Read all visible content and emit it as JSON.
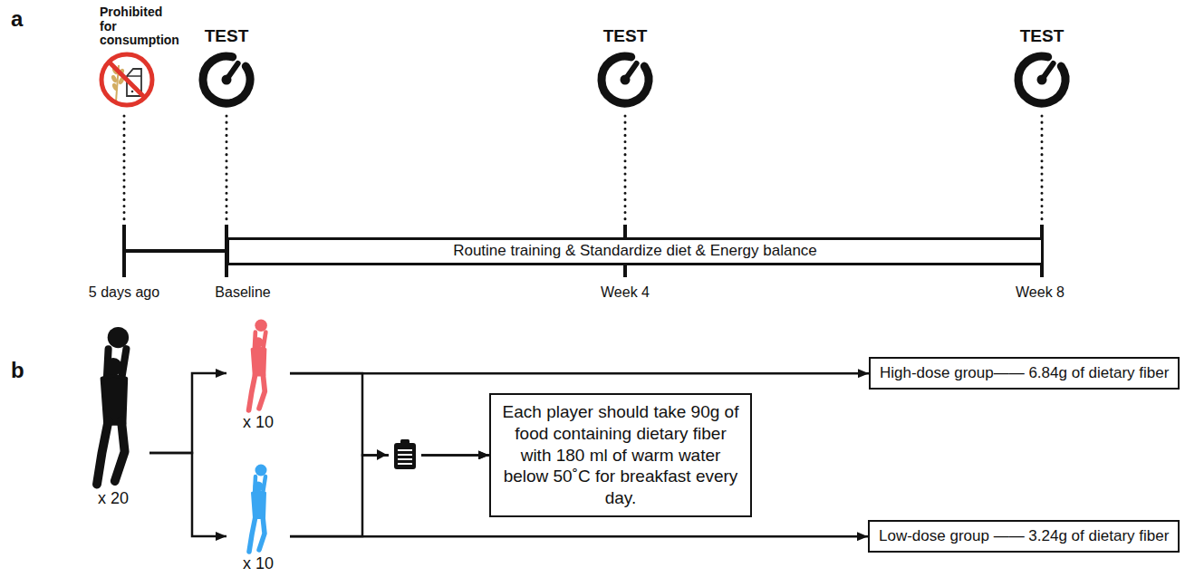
{
  "diagram": {
    "nodes": [
      {
        "text": [
          "Routine training & Standardize diet & Energy balance"
        ]
      },
      {
        "text": [
          "x 20"
        ]
      },
      {
        "text": [
          "x 10"
        ]
      },
      {
        "text": [
          "x 10"
        ]
      },
      {
        "text": [
          "Each player should take 90g of food containing dietary fiber with 180 ml of warm water below 50˚C for breakfast every day."
        ]
      },
      {
        "text": [
          "High-dose group—— 6.84g of dietary fiber"
        ]
      },
      {
        "text": [
          "Low-dose group —— 3.24g of dietary fiber"
        ]
      }
    ],
    "edges": [
      {
        "from": 1,
        "to": 2,
        "arrow": "to"
      },
      {
        "from": 1,
        "to": 3,
        "arrow": "to"
      },
      {
        "from": 2,
        "to": 5,
        "arrow": "to"
      },
      {
        "from": 3,
        "to": 6,
        "arrow": "to"
      },
      {
        "from": 2,
        "to": 4,
        "arrow": "to"
      },
      {
        "from": 3,
        "to": 4,
        "arrow": "to"
      }
    ],
    "labels": [
      "a",
      "Prohibited for consumption",
      "TEST",
      "TEST",
      "TEST",
      "5 days ago",
      "Baseline",
      "Week 4",
      "Week 8",
      "b"
    ]
  }
}
